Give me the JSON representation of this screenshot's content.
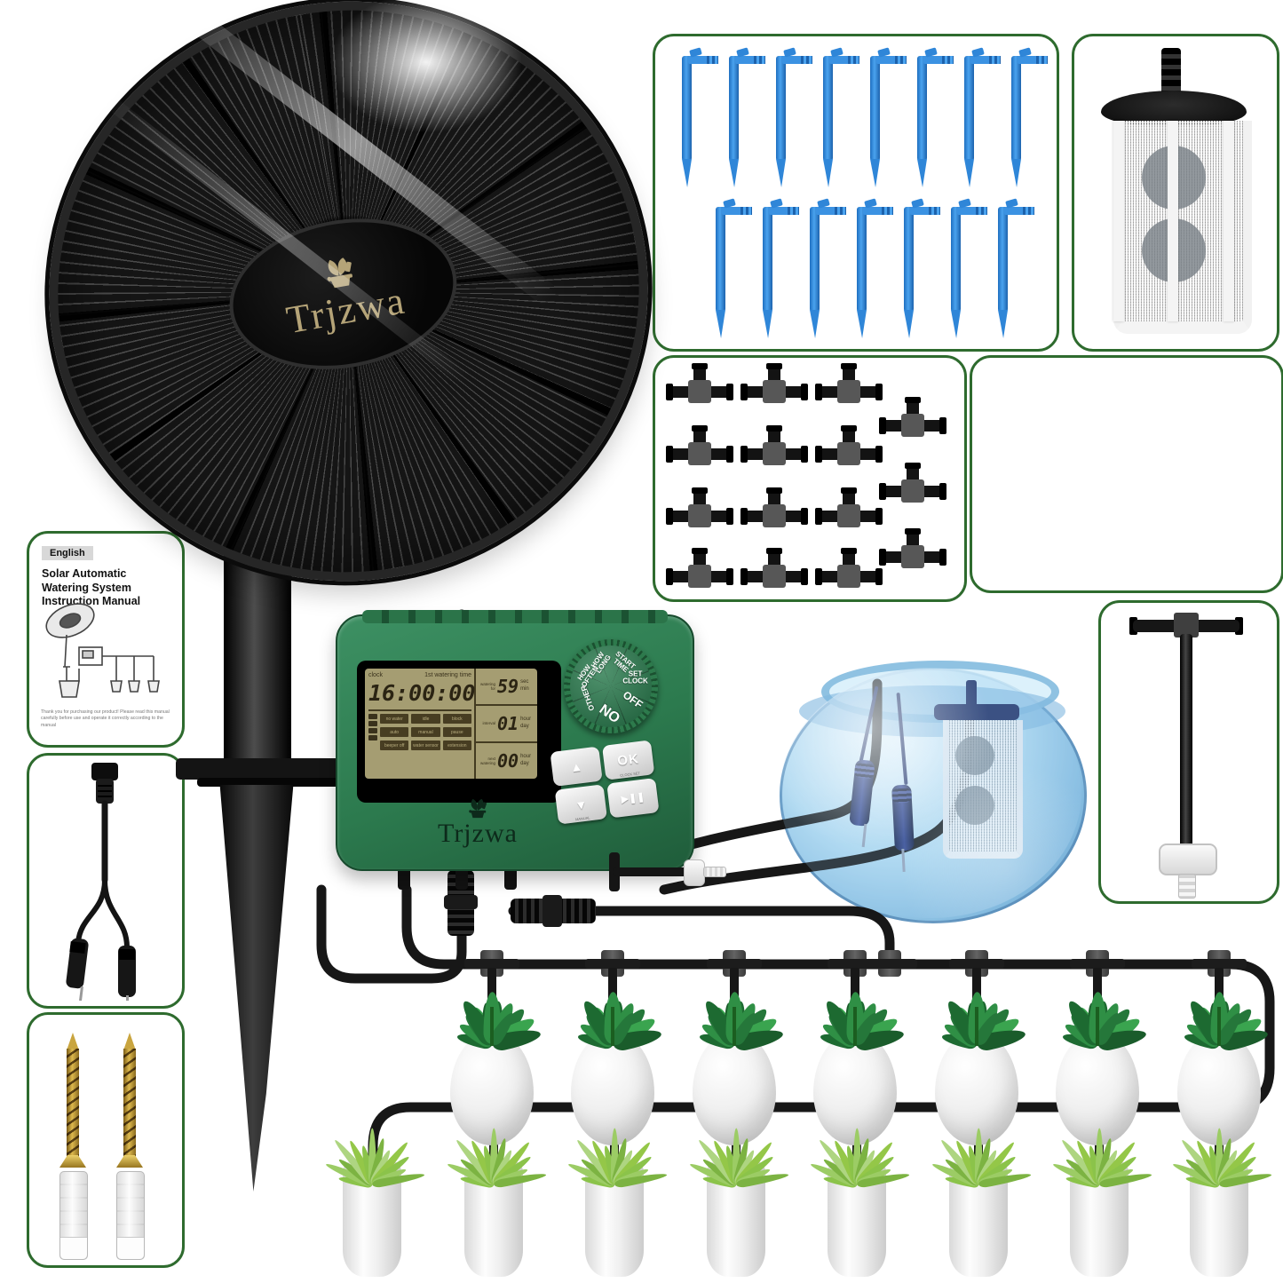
{
  "brand": {
    "name": "Trjzwa"
  },
  "manual": {
    "language_badge": "English",
    "title": "Solar Automatic Watering System Instruction Manual",
    "footnote": "Thank you for purchasing our product! Please read this manual carefully before use and operate it correctly according to the manual"
  },
  "timer": {
    "brand": "Trjzwa",
    "lcd": {
      "clock_label": "clock",
      "watering_time_label": "1st watering time",
      "time": "16:00:00",
      "rows": [
        {
          "label": "watering for",
          "value": "59",
          "units": [
            "sec",
            "min"
          ]
        },
        {
          "label": "interval",
          "value": "01",
          "units": [
            "hour",
            "day"
          ]
        },
        {
          "label": "next watering",
          "value": "00",
          "units": [
            "hour",
            "day"
          ]
        }
      ],
      "modes": [
        [
          "no water",
          "idle",
          "block"
        ],
        [
          "auto",
          "manual",
          "pause"
        ],
        [
          "beeper off",
          "water sensor",
          "extension"
        ]
      ]
    },
    "dial": {
      "labels": [
        "HOW LONG",
        "START TIME",
        "SET CLOCK",
        "OFF",
        "ON",
        "OTHER",
        "HOW OFTEN"
      ]
    },
    "buttons": {
      "up": "▲",
      "down": "▼",
      "down_sub": "MANUAL",
      "ok": "OK",
      "ok_sub": "CLOCK SET",
      "play_pause": "▶❚❚"
    }
  },
  "kit": {
    "drip_stakes": {
      "count_top": 8,
      "count_bottom": 7,
      "color": "#2f86d8"
    },
    "tee_connectors": {
      "grid_rows": 4,
      "grid_cols": 3,
      "side_count": 3
    },
    "screws": {
      "count": 2
    },
    "anchors": {
      "count": 2
    },
    "plant_row1": {
      "count": 7
    },
    "plant_row2": {
      "count": 8
    }
  },
  "colors": {
    "box_border": "#2e6b2e",
    "timer_green": "#2f7e52",
    "lcd_background": "#a59d72",
    "stake_blue": "#2f86d8",
    "water_blue": "#a8d8ef",
    "logo_gold": "#b5a478"
  }
}
